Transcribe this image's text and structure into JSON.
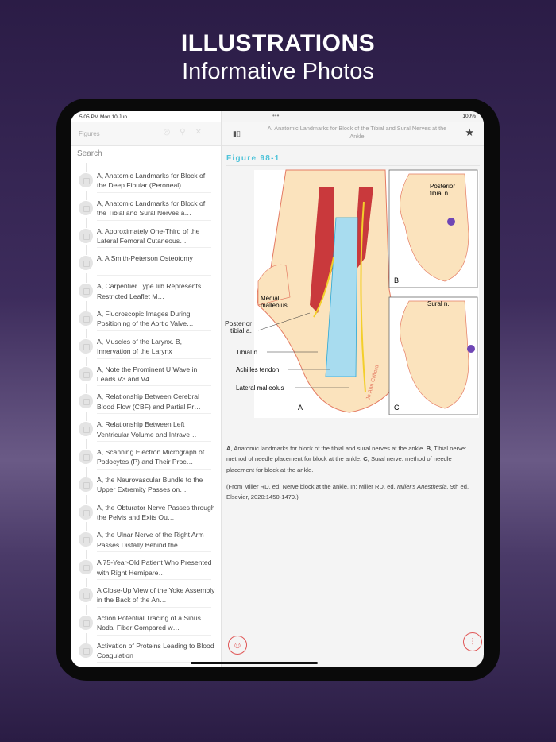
{
  "hero": {
    "title": "ILLUSTRATIONS",
    "subtitle": "Informative Photos"
  },
  "status": {
    "time": "5:05 PM  Mon 10 Jun",
    "dots": "•••",
    "battery": "100%"
  },
  "sidebar": {
    "title": "Figures",
    "search_placeholder": "Search",
    "items": [
      "A, Anatomic Landmarks for Block of the Deep Fibular (Peroneal)",
      "A, Anatomic Landmarks for Block of the Tibial and Sural Nerves a…",
      "A, Approximately One-Third of the Lateral Femoral Cutaneous…",
      "A, A Smith-Peterson Osteotomy",
      "A, Carpentier Type Iiib Represents Restricted Leaflet M…",
      "A, Fluoroscopic Images During Positioning of the Aortic Valve…",
      "A, Muscles of the Larynx. B, Innervation of the Larynx",
      "A, Note the Prominent U Wave in Leads V3 and V4",
      "A, Relationship Between Cerebral Blood Flow (CBF) and Partial Pr…",
      "A, Relationship Between Left Ventricular Volume and Intrave…",
      "A, Scanning Electron Micrograph of Podocytes (P) and Their Proc…",
      "A, the Neurovascular Bundle to the Upper Extremity Passes on…",
      "A, the Obturator Nerve Passes through the Pelvis and Exits Ou…",
      "A, the Ulnar Nerve of the Right Arm Passes Distally Behind the…",
      "A 75-Year-Old Patient Who Presented with Right Hemipare…",
      "A Close-Up View of the Yoke Assembly in the Back of the An…",
      "Action Potential Tracing of a Sinus Nodal Fiber Compared w…",
      "Activation of Proteins Leading to Blood Coagulation"
    ]
  },
  "detail": {
    "title": "A, Anatomic Landmarks for Block of the Tibial and Sural Nerves at the Ankle",
    "figure_label": "Figure 98-1",
    "illustration": {
      "labels": {
        "medial": "Medial",
        "malleolus": "malleolus",
        "posterior": "Posterior",
        "tibial_a": "tibial a.",
        "tibial_n": "Tibial n.",
        "achilles": "Achilles tendon",
        "lateral": "Lateral malleolus",
        "panel_a": "A",
        "b_posterior": "Posterior",
        "b_tibial": "tibial n.",
        "panel_b": "B",
        "sural": "Sural n.",
        "panel_c": "C",
        "signature": "Jo Ann Clifford"
      }
    },
    "caption": {
      "a": "A",
      "a_text": ", Anatomic landmarks for block of the tibial and sural nerves at the ankle. ",
      "b": "B",
      "b_text": ", Tibial nerve: method of needle placement for block at the ankle. ",
      "c": "C",
      "c_text": ", Sural nerve: method of needle placement for block at the ankle.",
      "source_pre": "(From Miller RD, ed. Nerve block at the ankle. In: Miller RD, ed. ",
      "source_book": "Miller's Anesthesia.",
      "source_post": " 9th ed. Elsevier, 2020:1450-1479.)"
    }
  },
  "colors": {
    "accent": "#4fc3d9",
    "fab": "#e05555"
  }
}
